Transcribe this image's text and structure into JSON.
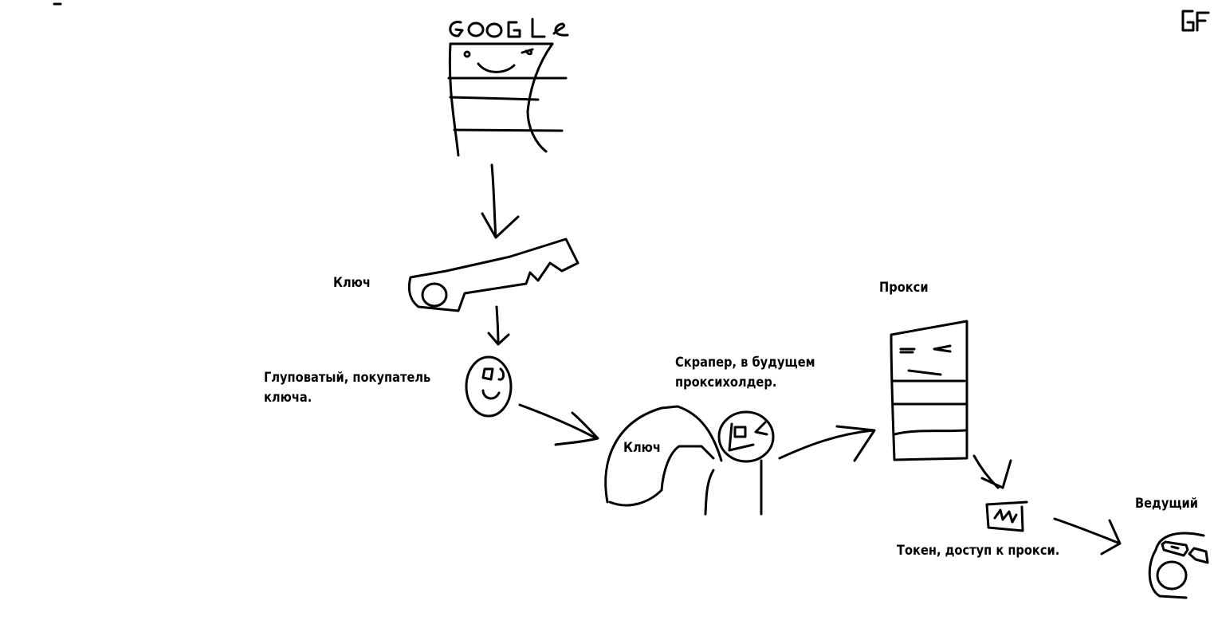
{
  "logos": {
    "google_server": "GOOGle",
    "corner_mark": "GF"
  },
  "labels": {
    "key": "Ключ",
    "buyer": "Глуповатый, покупатель",
    "buyer_line2": "ключа.",
    "scraper": "Скрапер, в будущем",
    "scraper_line2": "проксихолдер.",
    "key_carried": "Ключ",
    "proxy": "Прокси",
    "token": "Токен, доступ к прокси.",
    "host": "Ведущий"
  },
  "colors": {
    "ink": "#000000",
    "background": "#ffffff"
  }
}
